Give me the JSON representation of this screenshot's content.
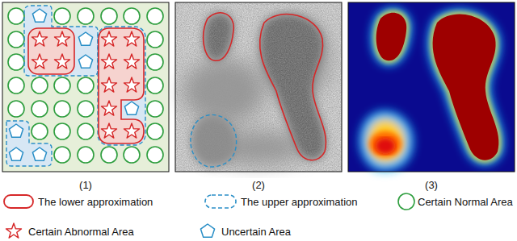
{
  "diagram": {
    "labels": [
      "(1)",
      "(2)",
      "(3)"
    ],
    "legend": [
      {
        "text": "The lower approximation"
      },
      {
        "text": "The upper approximation"
      },
      {
        "text": "Certain Normal Area"
      },
      {
        "text": "Certain Abnormal Area"
      },
      {
        "text": "Uncertain Area"
      }
    ]
  }
}
